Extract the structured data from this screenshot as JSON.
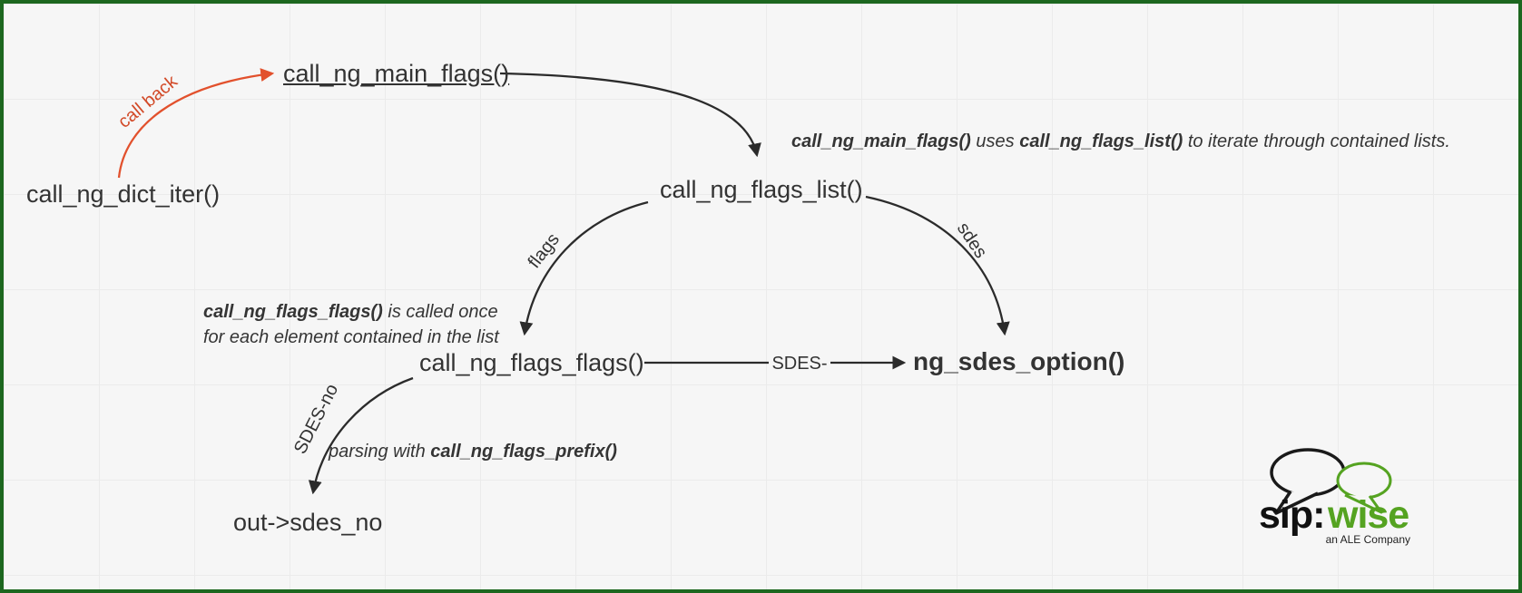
{
  "diagram": {
    "nodes": {
      "dict_iter": {
        "label": "call_ng_dict_iter()"
      },
      "main_flags": {
        "label": "call_ng_main_flags()"
      },
      "flags_list": {
        "label": "call_ng_flags_list()"
      },
      "flags_flags": {
        "label": "call_ng_flags_flags()"
      },
      "sdes_option": {
        "label": "ng_sdes_option()"
      },
      "out_sdes_no": {
        "label": "out->sdes_no"
      }
    },
    "edge_labels": {
      "call_back": "call back",
      "flags": "flags",
      "sdes": "sdes",
      "sdes_dash": "SDES-",
      "sdes_no": "SDES-no"
    },
    "annotations": {
      "list_note": {
        "part1": "call_ng_main_flags()",
        "part2": " uses ",
        "part3": "call_ng_flags_list()",
        "part4": " to iterate through contained lists."
      },
      "flags_note": {
        "part1": "call_ng_flags_flags()",
        "part2": " is called once",
        "line2": "for each element contained in the list"
      },
      "prefix_note": {
        "part1": "parsing with ",
        "part2": "call_ng_flags_prefix()"
      }
    }
  },
  "logo": {
    "sip": "sip:",
    "wise": "wise",
    "tagline": "an ALE Company"
  },
  "colors": {
    "border_green": "#1d671f",
    "logo_green": "#55a321",
    "arrow_black": "#2b2b2b",
    "arrow_red": "#e2512d",
    "text": "#333333",
    "background": "#f6f6f6",
    "grid_line": "#ebebeb"
  }
}
